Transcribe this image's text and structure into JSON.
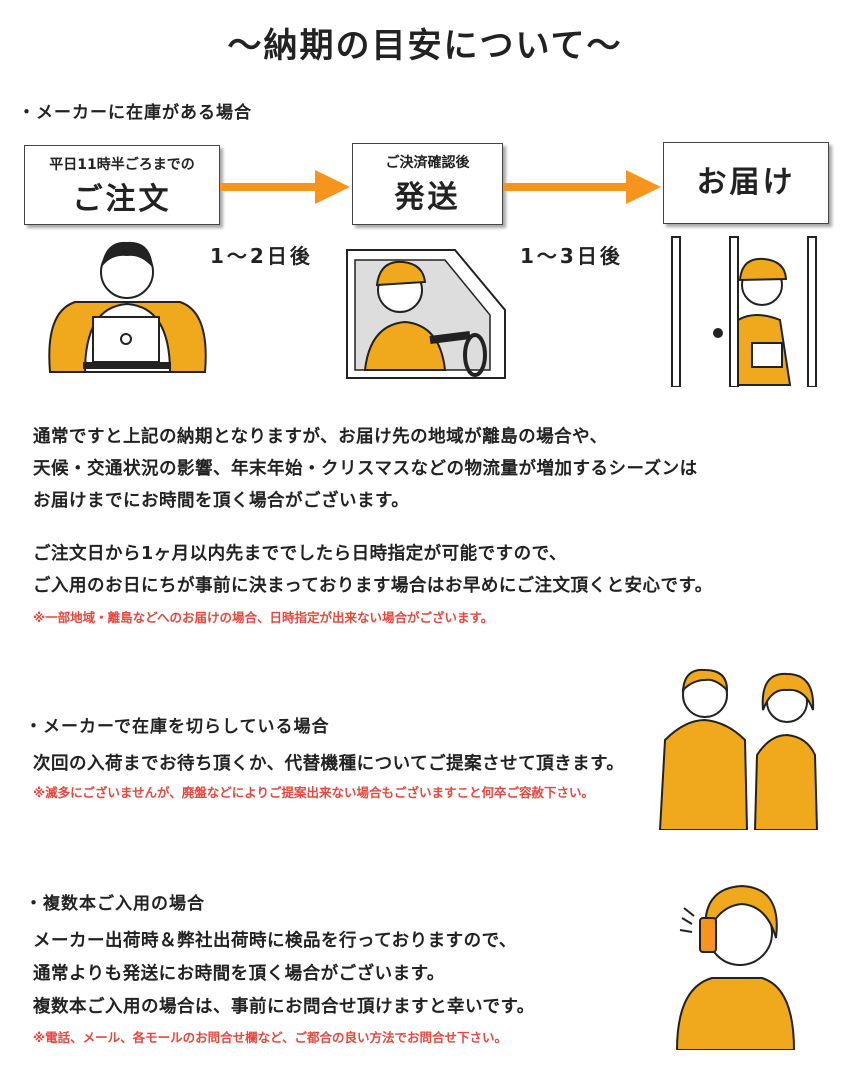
{
  "title": "〜納期の目安について〜",
  "section1": {
    "heading": "・メーカーに在庫がある場合",
    "steps": [
      {
        "sub": "平日11時半ごろまでの",
        "main": "ご注文"
      },
      {
        "sub": "ご決済確認後",
        "main": "発送"
      },
      {
        "sub": "",
        "main": "お届け"
      }
    ],
    "intervals": [
      "1〜2日後",
      "1〜3日後"
    ],
    "paragraph1": [
      "通常ですと上記の納期となりますが、お届け先の地域が離島の場合や、",
      "天候・交通状況の影響、年末年始・クリスマスなどの物流量が増加するシーズンは",
      "お届けまでにお時間を頂く場合がございます。"
    ],
    "paragraph2": [
      "ご注文日から1ヶ月以内先まででしたら日時指定が可能ですので、",
      "ご入用のお日にちが事前に決まっております場合はお早めにご注文頂くと安心です。"
    ],
    "note": "※一部地域・離島などへのお届けの場合、日時指定が出来ない場合がございます。"
  },
  "section2": {
    "heading": "・メーカーで在庫を切らしている場合",
    "body": "次回の入荷までお待ち頂くか、代替機種についてご提案させて頂きます。",
    "note": "※滅多にございませんが、廃盤などによりご提案出来ない場合もございますこと何卒ご容赦下さい。"
  },
  "section3": {
    "heading": "・複数本ご入用の場合",
    "body": [
      "メーカー出荷時＆弊社出荷時に検品を行っておりますので、",
      "通常よりも発送にお時間を頂く場合がございます。",
      "複数本ご入用の場合は、事前にお問合せ頂けますと幸いです。"
    ],
    "note": "※電話、メール、各モールのお問合せ欄など、ご都合の良い方法でお問合せ下さい。"
  },
  "colors": {
    "accent": "#f7941d",
    "illustration": "#f0a81c",
    "note": "#e5483f"
  }
}
